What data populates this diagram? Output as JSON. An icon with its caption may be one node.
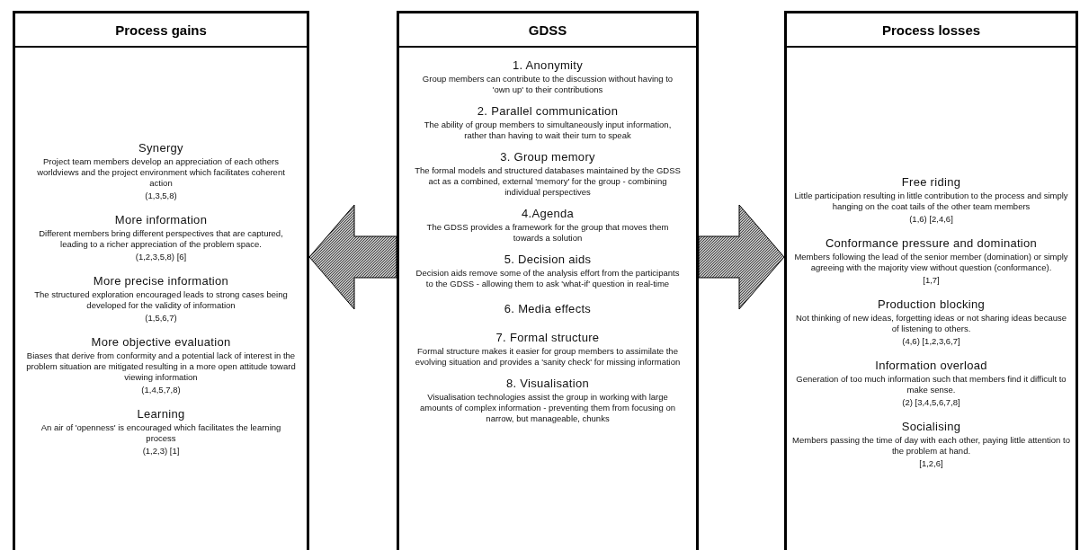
{
  "diagram": {
    "nodes": [
      {
        "text": [
          "Process gains",
          "Synergy",
          "Project team members develop an appreciation of each others worldviews and the project environment which facilitates coherent action",
          "(1,3,5,8)",
          "More information",
          "Different members bring different perspectives that are captured, leading to a richer appreciation of the problem space.",
          "(1,2,3,5,8) [6]",
          "More precise information",
          "The structured exploration encouraged leads to strong cases being developed for the validity of information",
          "(1,5,6,7)",
          "More objective evaluation",
          "Biases that derive from conformity and a potential lack of interest in the problem situation are mitigated resulting in a more open attitude toward viewing information",
          "(1,4,5,7,8)",
          "Learning",
          "An air of 'openness' is encouraged which facilitates the learning process",
          "(1,2,3) [1]"
        ]
      },
      {
        "text": [
          "GDSS",
          "1. Anonymity",
          "Group members can contribute to the discussion without having to 'own up' to their contributions",
          "2. Parallel communication",
          "The ability of group members to simultaneously input information, rather than having to wait their turn to speak",
          "3. Group memory",
          "The formal models and structured databases maintained by the GDSS act as a combined, external 'memory' for the group - combining individual perspectives",
          "4.Agenda",
          "The GDSS provides a framework for the group that moves them towards a solution",
          "5. Decision aids",
          "Decision aids remove some of the analysis effort from the participants to the GDSS - allowing them to ask 'what-if' question in real-time",
          "6. Media effects",
          "7. Formal structure",
          "Formal structure makes it easier for group members to assimilate the evolving situation and provides a 'sanity check' for missing information",
          "8. Visualisation",
          "Visualisation technologies assist the group in working with large amounts of complex information - preventing them from focusing on narrow, but manageable, chunks"
        ]
      },
      {
        "text": [
          "Process losses",
          "Free riding",
          "Little participation resulting in little contribution to the process and simply hanging on the coat tails of the other team members",
          "(1,6) [2,4,6]",
          "Conformance pressure and domination",
          "Members following the lead of the senior member (domination) or simply agreeing with the majority view without question (conformance).",
          "[1,7]",
          "Production blocking",
          "Not thinking of new ideas, forgetting ideas or not sharing ideas because of listening to others.",
          "(4,6) [1,2,3,6,7]",
          "Information overload",
          "Generation of too much information such that members find it difficult to make sense.",
          "(2) [3,4,5,6,7,8]",
          "Socialising",
          "Members passing the time of day with each other, paying little attention to the problem at hand.",
          "[1,2,6]"
        ]
      }
    ],
    "edges": [
      {
        "from": 1,
        "to": 0,
        "arrow": "to"
      },
      {
        "from": 1,
        "to": 2,
        "arrow": "to"
      }
    ]
  }
}
